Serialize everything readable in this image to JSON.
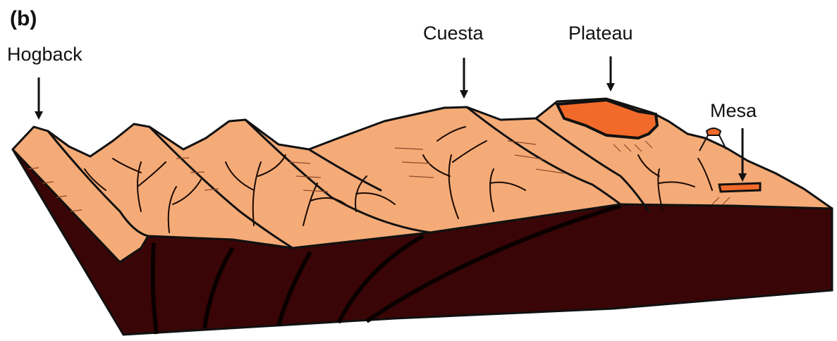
{
  "figure": {
    "panel_label": "(b)",
    "colors": {
      "bedrock": "#3a0506",
      "surface": "#f5ab77",
      "caprock": "#f26a2a",
      "outline": "#111111"
    },
    "labels": [
      {
        "id": "hogback",
        "text": "Hogback"
      },
      {
        "id": "cuesta",
        "text": "Cuesta"
      },
      {
        "id": "plateau",
        "text": "Plateau"
      },
      {
        "id": "mesa",
        "text": "Mesa"
      }
    ]
  }
}
